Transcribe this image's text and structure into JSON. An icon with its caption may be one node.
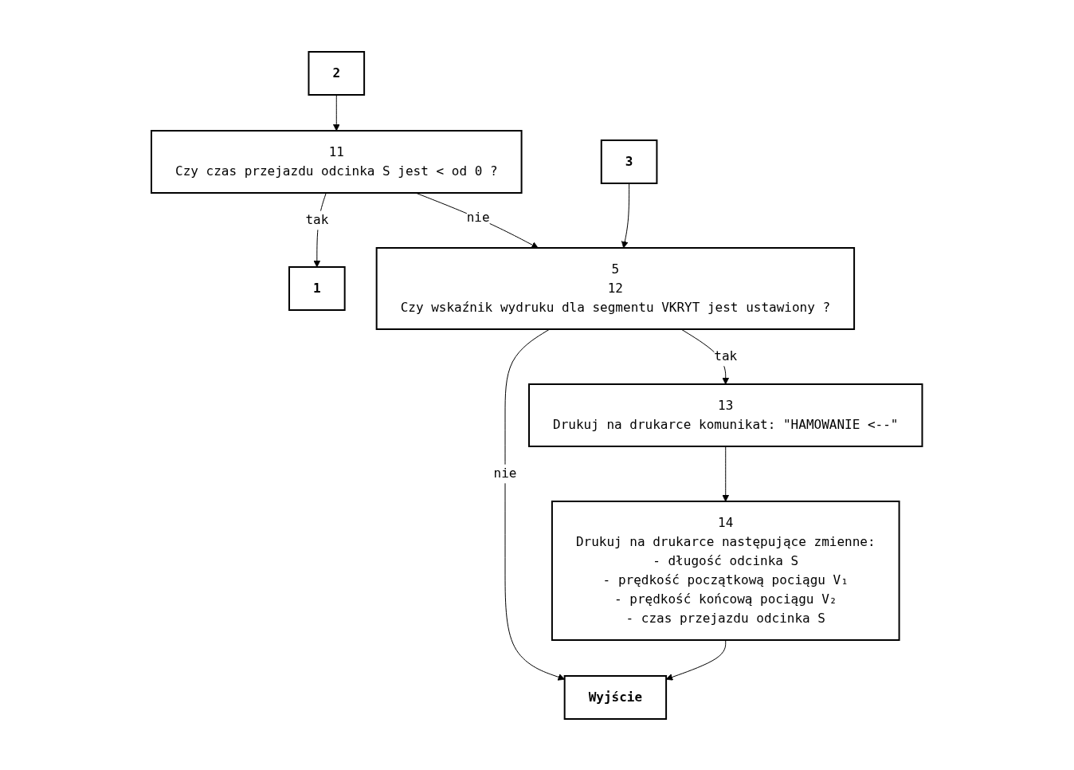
{
  "diagram": {
    "nodes": [
      {
        "text": [
          "2"
        ]
      },
      {
        "text": [
          "11",
          "Czy czas przejazdu odcinka S jest < od 0 ?"
        ]
      },
      {
        "text": [
          "1"
        ]
      },
      {
        "text": [
          "3"
        ]
      },
      {
        "text": [
          "5",
          "12",
          "Czy wskaźnik wydruku dla segmentu VKRYT jest ustawiony ?"
        ]
      },
      {
        "text": [
          "13",
          "Drukuj na drukarce komunikat: \"HAMOWANIE <--\""
        ]
      },
      {
        "text": [
          "14",
          "Drukuj na drukarce następujące zmienne:",
          "- długość odcinka S",
          "- prędkość początkową pociągu V₁",
          "- prędkość końcową pociągu V₂",
          "- czas przejazdu odcinka S"
        ]
      },
      {
        "text": [
          "Wyjście"
        ]
      }
    ],
    "edges": [
      {
        "from": 0,
        "to": 1,
        "arrow": "to"
      },
      {
        "from": 1,
        "to": 2,
        "arrow": "to",
        "label": "tak"
      },
      {
        "from": 1,
        "to": 4,
        "arrow": "to",
        "label": "nie"
      },
      {
        "from": 3,
        "to": 4,
        "arrow": "to"
      },
      {
        "from": 4,
        "to": 5,
        "arrow": "to",
        "label": "tak"
      },
      {
        "from": 4,
        "to": 7,
        "arrow": "to",
        "label": "nie"
      },
      {
        "from": 5,
        "to": 6,
        "arrow": "to"
      },
      {
        "from": 6,
        "to": 7,
        "arrow": "to"
      }
    ]
  }
}
